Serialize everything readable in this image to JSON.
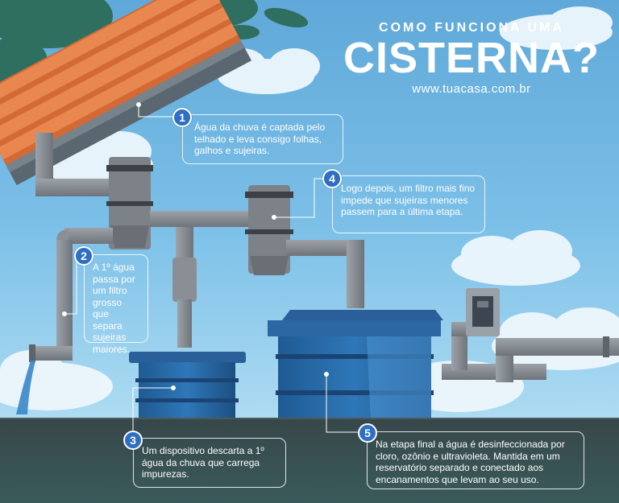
{
  "header": {
    "pretitle": "COMO FUNCIONA UMA",
    "title": "CISTERNA?",
    "url": "www.tuacasa.com.br"
  },
  "steps": [
    {
      "number": "1",
      "text": "Água  da chuva é captada pelo telhado e leva consigo folhas, galhos e sujeiras."
    },
    {
      "number": "2",
      "text": "A 1º água passa por um filtro grosso que separa sujeiras maiores."
    },
    {
      "number": "3",
      "text": "Um dispositivo descarta a 1º água da chuva que carrega impurezas."
    },
    {
      "number": "4",
      "text": "Logo depois, um filtro mais fino impede que sujeiras menores passem para a última etapa."
    },
    {
      "number": "5",
      "text": "Na etapa final a água é desinfeccionada por cloro, ozônio e ultravioleta. Mantida em um reservatório separado e conectado aos encanamentos que levam ao seu uso."
    }
  ],
  "colors": {
    "sky": "#7cc0e8",
    "ground": "#2f3b3d",
    "pipe": "#8a8f96",
    "tank": "#2a6aa8",
    "roof": "#e07a45",
    "badge": "#2e6fc4"
  }
}
